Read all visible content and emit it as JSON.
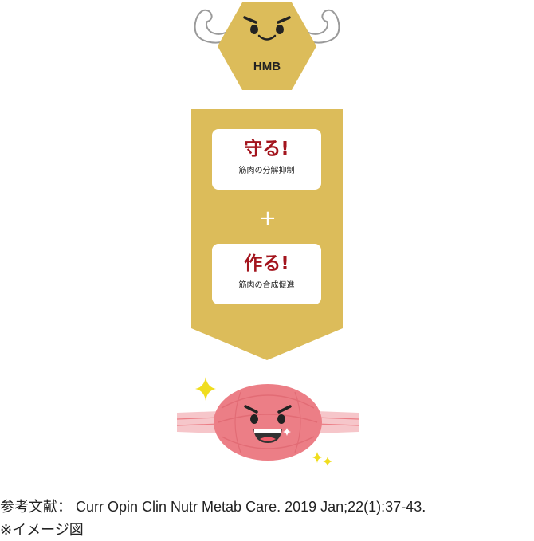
{
  "colors": {
    "gold": "#dcbc5a",
    "accent_red": "#a3141d",
    "muscle_pink": "#ec7e86",
    "sparkle_yellow": "#f0dd1e"
  },
  "hmb": {
    "label": "HMB",
    "icons": [
      "flexing-arm-icon",
      "face-icon"
    ]
  },
  "protect": {
    "title": "守る!",
    "subtitle": "筋肉の分解抑制"
  },
  "plus": {
    "symbol": "+"
  },
  "build": {
    "title": "作る!",
    "subtitle": "筋肉の合成促進"
  },
  "muscle": {
    "icons": [
      "muscle-icon",
      "sparkle-icon"
    ]
  },
  "footer": {
    "reference": "参考文献： Curr Opin Clin Nutr Metab Care. 2019 Jan;22(1):37-43.",
    "note": "※イメージ図"
  }
}
